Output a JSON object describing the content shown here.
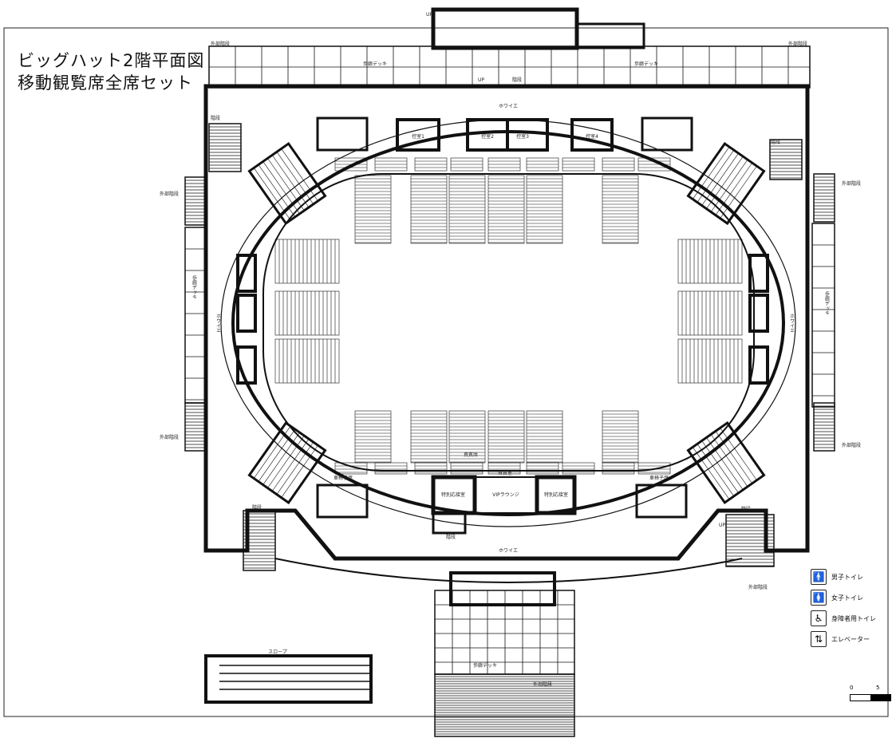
{
  "title": {
    "line1": "ビッグハット2階平面図",
    "line2": "移動観覧席全席セット"
  },
  "labels": {
    "deck": "歩廊デッキ",
    "outer_stairs": "外部階段",
    "foyer": "ホワイエ",
    "stairs": "階段",
    "up": "UP",
    "waiting1": "控室1",
    "waiting2": "控室2",
    "waiting3": "控室3",
    "waiting4": "控室4",
    "wheelchair": "車椅子席",
    "special_reception": "特別応接室",
    "vip_lounge": "VIPラウンジ",
    "vip_seat": "貴賓席",
    "vip_room": "貴賓室",
    "slope": "スロープ"
  },
  "legend": [
    {
      "icon": "male-toilet-icon",
      "glyph": "🚹",
      "label": "男子トイレ"
    },
    {
      "icon": "female-toilet-icon",
      "glyph": "🚺",
      "label": "女子トイレ"
    },
    {
      "icon": "accessible-toilet-icon",
      "glyph": "♿",
      "label": "身障者用トイレ"
    },
    {
      "icon": "elevator-icon",
      "glyph": "⇅",
      "label": "エレベーター"
    }
  ],
  "scale": {
    "zero": "0",
    "five": "5"
  }
}
